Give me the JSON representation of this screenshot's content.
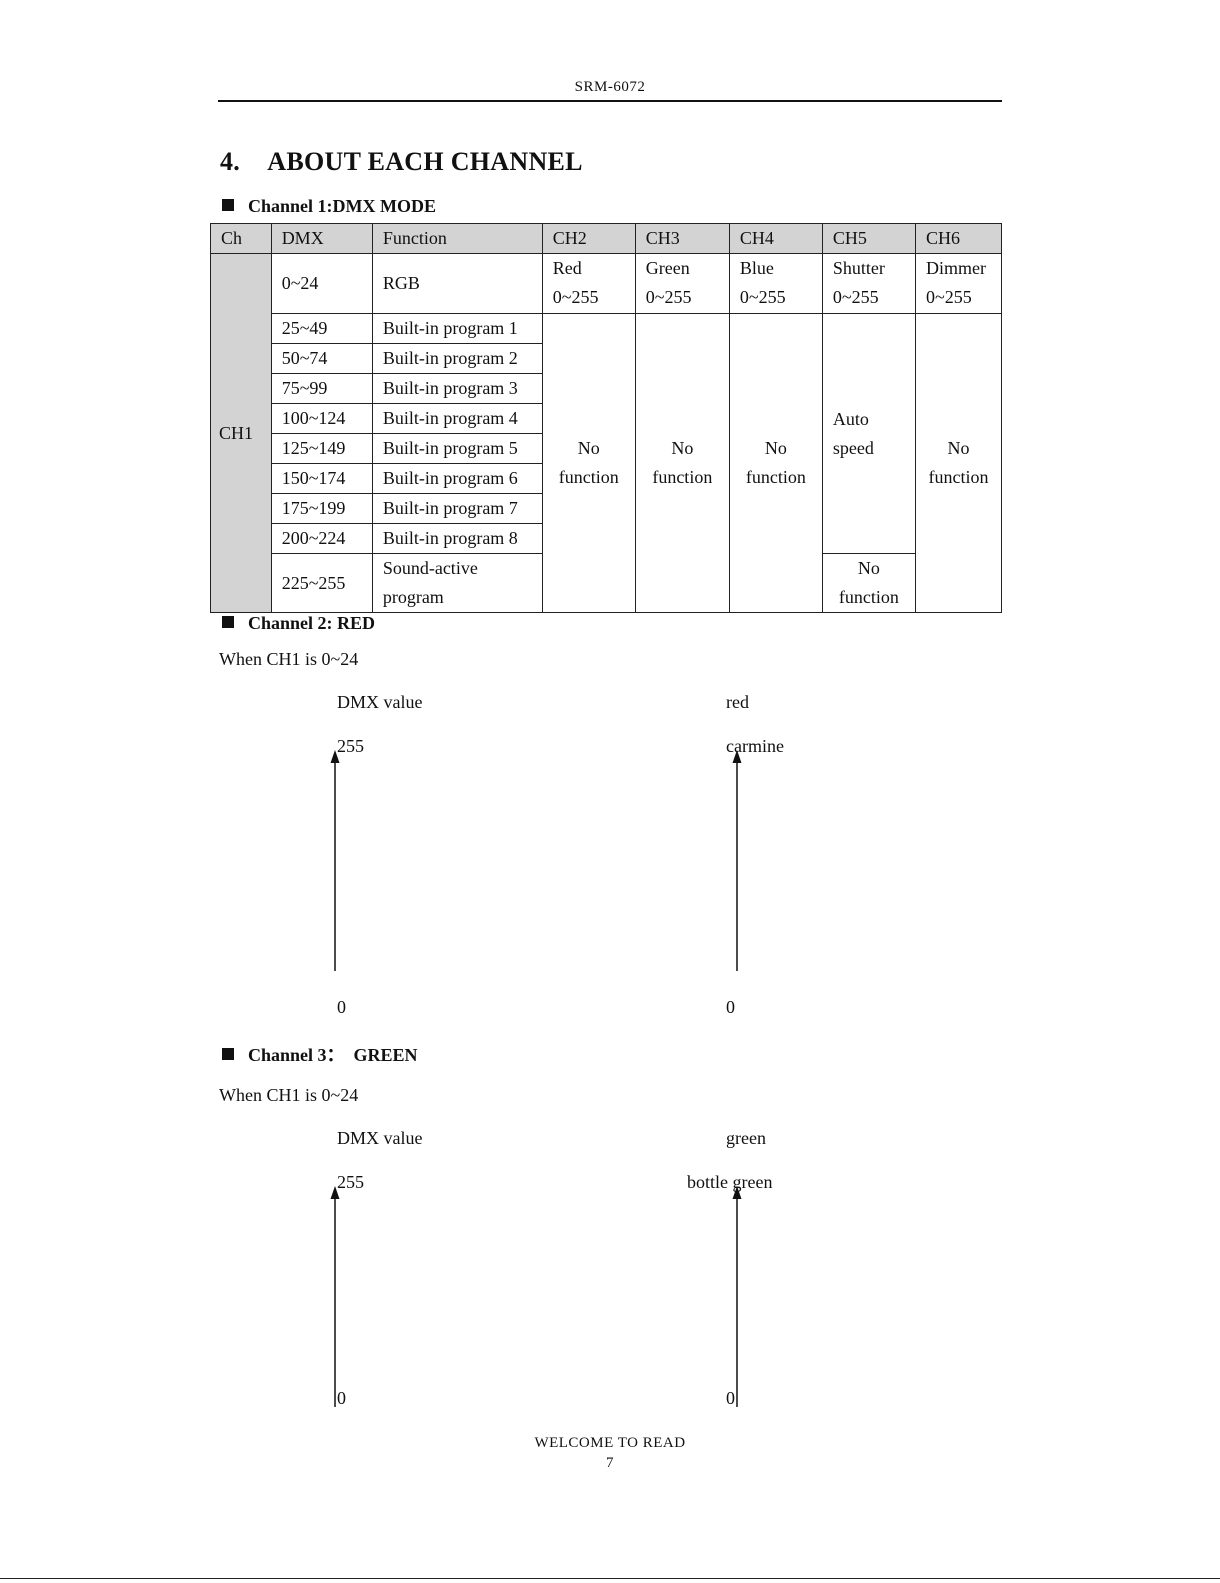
{
  "header": {
    "model": "SRM-6072"
  },
  "section": {
    "title": "4.    ABOUT EACH CHANNEL"
  },
  "channel1": {
    "heading": "Channel 1:DMX MODE",
    "table": {
      "headers": [
        "Ch",
        "DMX",
        "Function",
        "CH2",
        "CH3",
        "CH4",
        "CH5",
        "CH6"
      ],
      "ch_label": "CH1",
      "rows": [
        {
          "dmx": "0~24",
          "function": "RGB"
        },
        {
          "dmx": "25~49",
          "function": "Built-in program 1"
        },
        {
          "dmx": "50~74",
          "function": "Built-in program 2"
        },
        {
          "dmx": "75~99",
          "function": "Built-in program 3"
        },
        {
          "dmx": "100~124",
          "function": "Built-in program 4"
        },
        {
          "dmx": "125~149",
          "function": "Built-in program 5"
        },
        {
          "dmx": "150~174",
          "function": "Built-in program 6"
        },
        {
          "dmx": "175~199",
          "function": "Built-in program 7"
        },
        {
          "dmx": "200~224",
          "function": "Built-in program 8"
        },
        {
          "dmx": "225~255",
          "function_line1": "Sound-active",
          "function_line2": "program"
        }
      ],
      "rgb_row": {
        "ch2_line1": "Red",
        "ch2_line2": "0~255",
        "ch3_line1": "Green",
        "ch3_line2": "0~255",
        "ch4_line1": "Blue",
        "ch4_line2": "0~255",
        "ch5_line1": "Shutter",
        "ch5_line2": "0~255",
        "ch6_line1": "Dimmer",
        "ch6_line2": "0~255"
      },
      "no_function_line1": "No",
      "no_function_line2": "function",
      "ch5_auto_line1": "Auto",
      "ch5_auto_line2": "speed"
    }
  },
  "channel2": {
    "heading": "Channel 2: RED",
    "condition": "When CH1 is 0~24",
    "left_axis_label": "DMX value",
    "left_top": "255",
    "left_bottom": "0",
    "right_axis_label": "red",
    "right_top": "carmine",
    "right_bottom": "0"
  },
  "channel3": {
    "heading": "Channel 3：  GREEN",
    "condition": "When CH1 is 0~24",
    "left_axis_label": "DMX value",
    "left_top": "255",
    "left_bottom": "0",
    "right_axis_label": "green",
    "right_top": "bottle green",
    "right_bottom": "0"
  },
  "footer": {
    "line1": "WELCOME TO READ",
    "page_number": "7"
  }
}
